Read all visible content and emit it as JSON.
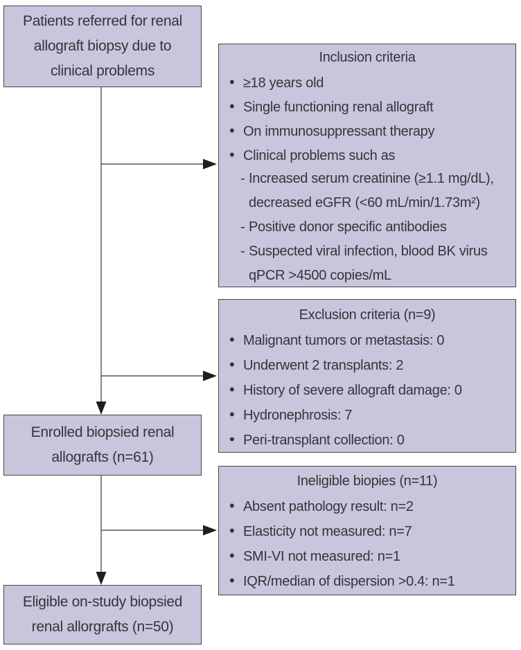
{
  "palette": {
    "box_fill": "#c9c5dc",
    "box_border": "#47424a",
    "text": "#3a3139",
    "line": "#56525a",
    "arrowhead": "#211d20"
  },
  "boxes": {
    "referred": {
      "lines": [
        "Patients referred for renal",
        "allograft biopsy due to",
        "clinical problems"
      ]
    },
    "enrolled": {
      "lines": [
        "Enrolled biopsied renal",
        "allografts (n=61)"
      ]
    },
    "eligible": {
      "lines": [
        "Eligible on-study biopsied",
        "renal allorgrafts (n=50)"
      ]
    },
    "inclusion": {
      "title": "Inclusion criteria",
      "items": [
        {
          "m": "•",
          "t": "≥18 years old"
        },
        {
          "m": "•",
          "t": "Single functioning renal allograft"
        },
        {
          "m": "•",
          "t": "On immunosuppressant therapy"
        },
        {
          "m": "•",
          "t": "Clinical problems such as"
        },
        {
          "m": "-",
          "t": "Increased serum creatinine (≥1.1 mg/dL),"
        },
        {
          "m": "",
          "t": "decreased eGFR (<60 mL/min/1.73m²)"
        },
        {
          "m": "-",
          "t": "Positive donor specific antibodies"
        },
        {
          "m": "-",
          "t": "Suspected viral infection, blood BK virus"
        },
        {
          "m": "",
          "t": "qPCR >4500 copies/mL"
        }
      ]
    },
    "exclusion": {
      "title": "Exclusion criteria (n=9)",
      "items": [
        {
          "m": "•",
          "t": "Malignant tumors or metastasis: 0"
        },
        {
          "m": "•",
          "t": "Underwent 2 transplants: 2"
        },
        {
          "m": "•",
          "t": "History of severe allograft damage: 0"
        },
        {
          "m": "•",
          "t": "Hydronephrosis: 7"
        },
        {
          "m": "•",
          "t": "Peri-transplant collection: 0"
        }
      ]
    },
    "ineligible": {
      "title": "Ineligible biopies (n=11)",
      "items": [
        {
          "m": "•",
          "t": "Absent pathology result: n=2"
        },
        {
          "m": "•",
          "t": "Elasticity not measured: n=7"
        },
        {
          "m": "•",
          "t": "SMI-VI not measured: n=1"
        },
        {
          "m": "•",
          "t": "IQR/median of dispersion >0.4: n=1"
        }
      ]
    }
  }
}
